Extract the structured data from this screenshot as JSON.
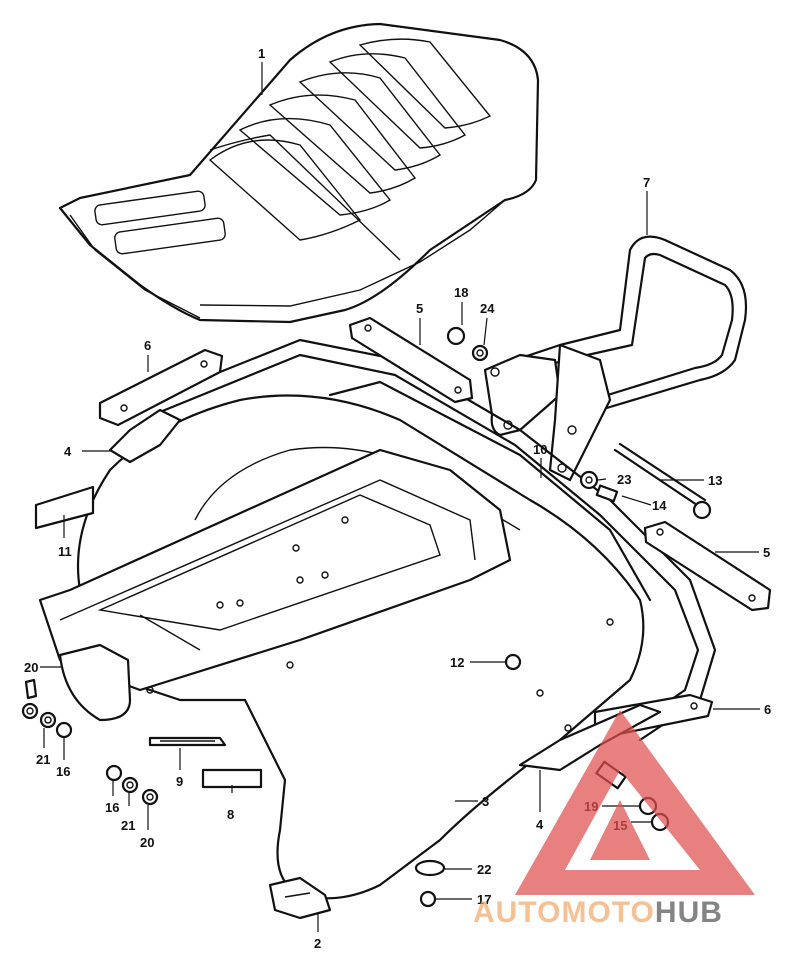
{
  "callouts": {
    "n1": "1",
    "n2": "2",
    "n3": "3",
    "n4a": "4",
    "n4b": "4",
    "n5a": "5",
    "n5b": "5",
    "n6a": "6",
    "n6b": "6",
    "n7": "7",
    "n8": "8",
    "n9": "9",
    "n10": "10",
    "n11": "11",
    "n12": "12",
    "n13": "13",
    "n14": "14",
    "n15": "15",
    "n16a": "16",
    "n16b": "16",
    "n17": "17",
    "n18": "18",
    "n19": "19",
    "n20a": "20",
    "n20b": "20",
    "n21a": "21",
    "n21b": "21",
    "n22": "22",
    "n23": "23",
    "n24": "24"
  },
  "watermark": {
    "part1": "AUTOMOTO",
    "part2": "HUB",
    "color_light": "#f2a86a",
    "color_dark": "#555555",
    "triangle_color": "#e05050"
  }
}
